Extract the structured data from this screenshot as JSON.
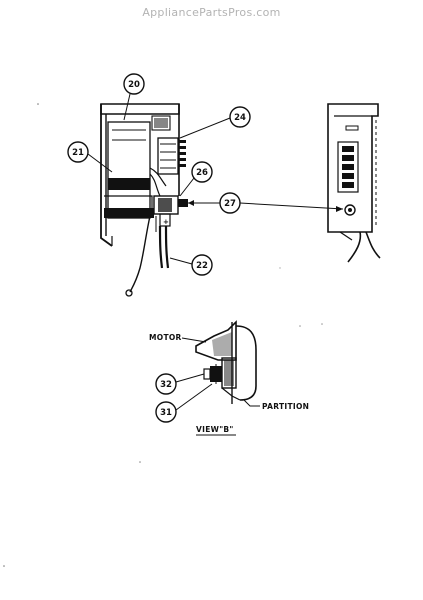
{
  "watermark": "AppliancePartsPros.com",
  "callouts": {
    "c20": "20",
    "c21": "21",
    "c22": "22",
    "c24": "24",
    "c26": "26",
    "c27": "27",
    "c31": "31",
    "c32": "32"
  },
  "labels": {
    "motor": "MOTOR",
    "partition": "PARTITION",
    "view_b": "VIEW\"B\""
  },
  "colors": {
    "ink": "#111111",
    "watermark": "#b3b3b3",
    "background": "#ffffff"
  }
}
